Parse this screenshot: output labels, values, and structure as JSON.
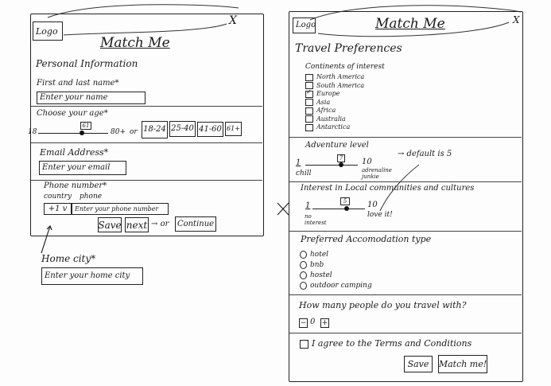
{
  "screen1": {
    "logo": "Logo",
    "title": "Match Me",
    "close": "X",
    "section": "Personal Information",
    "name_label": "First and last name*",
    "name_placeholder": "Enter your name",
    "age_label": "Choose your age*",
    "age_min": "18",
    "age_max": "80+",
    "age_value": "61",
    "age_or": "or",
    "age_ranges": [
      "18-24",
      "25-40",
      "41-60",
      "61+"
    ],
    "email_label": "Email Address*",
    "email_placeholder": "Enter your email",
    "phone_label": "Phone number*",
    "country_label": "country",
    "phone_sublabel": "phone",
    "country_code": "+1 v",
    "phone_placeholder": "Enter your phone number",
    "save": "Save",
    "next": "next",
    "or": "or",
    "continue": "Continue",
    "home_label": "Home city*",
    "home_placeholder": "Enter your home city"
  },
  "screen2": {
    "logo": "Logo",
    "title": "Match Me",
    "close": "X",
    "section": "Travel Preferences",
    "continents_label": "Continents of interest",
    "continents": [
      {
        "label": "North America",
        "checked": false
      },
      {
        "label": "South America",
        "checked": false
      },
      {
        "label": "Europe",
        "checked": true
      },
      {
        "label": "Asia",
        "checked": false
      },
      {
        "label": "Africa",
        "checked": false
      },
      {
        "label": "Australia",
        "checked": false
      },
      {
        "label": "Antarctica",
        "checked": false
      }
    ],
    "adventure_label": "Adventure level",
    "adventure_min": "1",
    "adventure_min_label": "chill",
    "adventure_max": "10",
    "adventure_max_label": "adrenaline junkie",
    "adventure_value": "7",
    "default_note": "→ default is 5",
    "interest_label": "Interest in Local communities and cultures",
    "interest_min": "1",
    "interest_min_label": "no interest",
    "interest_max": "10",
    "interest_max_label": "love it!",
    "interest_value": "5",
    "accom_label": "Preferred Accomodation type",
    "accom_options": [
      "hotel",
      "bnb",
      "hostel",
      "outdoor camping"
    ],
    "people_label": "How many people do you travel with?",
    "minus": "−",
    "people_count": "0",
    "plus": "+",
    "terms": "I agree to the Terms and Conditions",
    "save": "Save",
    "match": "Match me!"
  }
}
